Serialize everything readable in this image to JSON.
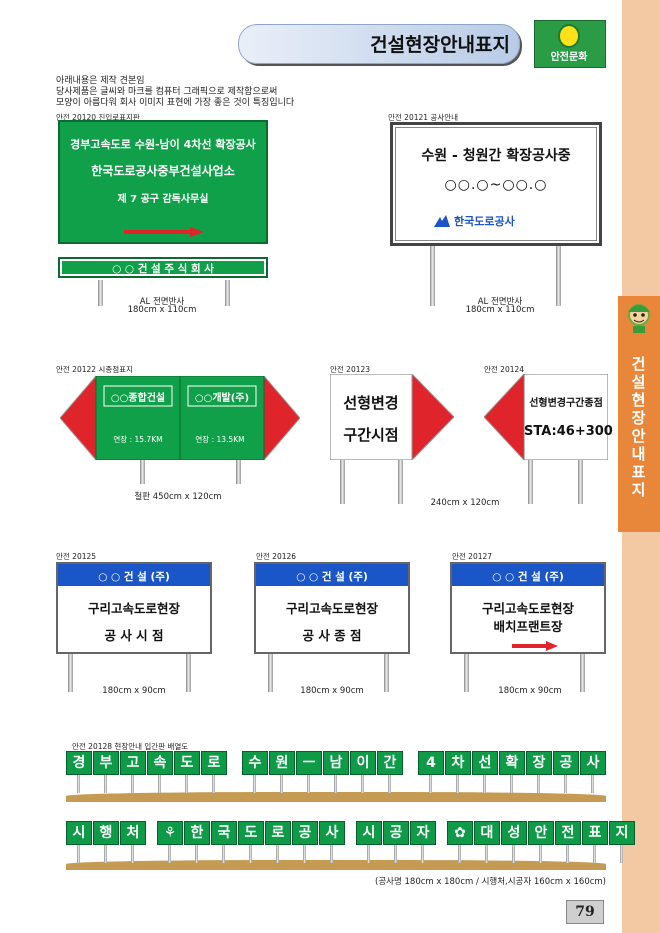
{
  "header": {
    "title": "건설현장안내표지",
    "logo_text": "안전문화"
  },
  "side": {
    "vertical_title": "건설현장안내표지"
  },
  "intro": [
    "아래내용은 제작 견본임",
    "당사제품은 글씨와 마크를 컴퓨터 그래픽으로 제작함으로써",
    "모양이 아름다워 회사 이미지 표현에 가장 좋은 것이 특징입니다"
  ],
  "sign_20120": {
    "code": "안전 20120 진입로표지판",
    "line1": "경부고속도로 수원-남이 4차선 확장공사",
    "line2": "한국도로공사중부건설사업소",
    "line3": "제 7 공구 감독사무실",
    "sub_plate": "○ ○ 건 설 주 식 회 사",
    "material": "AL 전면반사",
    "size": "180cm x 110cm"
  },
  "sign_20121": {
    "code": "안전 20121 공사안내",
    "line1": "수원 - 청원간 확장공사중",
    "line2": "○○.○~○○.○",
    "logo_text": "한국도로공사",
    "material": "AL 전면반사",
    "size": "180cm x 110cm"
  },
  "sign_20122": {
    "code": "안전 20122 시종점표지",
    "left_name": "○○종합건설",
    "right_name": "○○개발(주)",
    "left_len": "연장 : 15.7KM",
    "right_len": "연장 : 13.5KM",
    "caption": "철판 450cm x 120cm"
  },
  "sign_20123": {
    "code": "안전 20123",
    "line1": "선형변경",
    "line2": "구간시점"
  },
  "sign_20124": {
    "code": "안전 20124",
    "line1": "선형변경구간종점",
    "line2": "STA:46+300"
  },
  "size_20123_24": "240cm x 120cm",
  "sign_20125": {
    "code": "안전 20125",
    "band": "○ ○ 건 설 (주)",
    "line1": "구리고속도로현장",
    "line2": "공 사 시 점",
    "size": "180cm x 90cm"
  },
  "sign_20126": {
    "code": "안전 20126",
    "band": "○ ○ 건 설 (주)",
    "line1": "구리고속도로현장",
    "line2": "공 사 종 점",
    "size": "180cm x 90cm"
  },
  "sign_20127": {
    "code": "안전 20127",
    "band": "○ ○ 건 설 (주)",
    "line1": "구리고속도로현장",
    "line2": "배치프랜트장",
    "size": "180cm x 90cm"
  },
  "sign_20128": {
    "code": "안전 20128 현장안내 입간판 배열도",
    "row1": [
      "경",
      "부",
      "고",
      "속",
      "도",
      "로",
      "",
      "수",
      "원",
      "ㅡ",
      "남",
      "이",
      "간",
      "",
      "4",
      "차",
      "선",
      "확",
      "장",
      "공",
      "사"
    ],
    "row2": [
      "시",
      "행",
      "처",
      "",
      "⚘",
      "한",
      "국",
      "도",
      "로",
      "공",
      "사",
      "",
      "시",
      "공",
      "자",
      "",
      "✿",
      "대",
      "성",
      "안",
      "전",
      "표",
      "지"
    ],
    "caption": "(공사명 180cm x 180cm / 시행처,시공자 160cm x 160cm)"
  },
  "page_number": "79",
  "colors": {
    "green": "#0e9a47",
    "blue": "#1a56c8",
    "red": "#e0242b",
    "side": "#e8873a"
  }
}
